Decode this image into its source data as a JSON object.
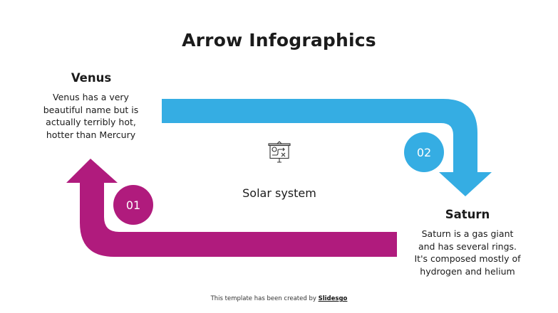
{
  "title": "Arrow Infographics",
  "colors": {
    "blue": "#35ADE3",
    "magenta": "#B01B7D",
    "text": "#1b1b1b"
  },
  "steps": [
    {
      "number": "01",
      "name": "Venus",
      "description": [
        "Venus has a very",
        "beautiful name but is",
        "actually terribly hot,",
        "hotter than Mercury"
      ],
      "color": "#B01B7D"
    },
    {
      "number": "02",
      "name": "Saturn",
      "description": [
        "Saturn is a gas giant",
        "and has several rings.",
        "It's composed mostly of",
        "hydrogen and helium"
      ],
      "color": "#35ADE3"
    }
  ],
  "center": {
    "label": "Solar system",
    "icon": "presentation-board-icon"
  },
  "footer": {
    "prefix": "This template has been created by ",
    "brand": "Slidesgo"
  }
}
